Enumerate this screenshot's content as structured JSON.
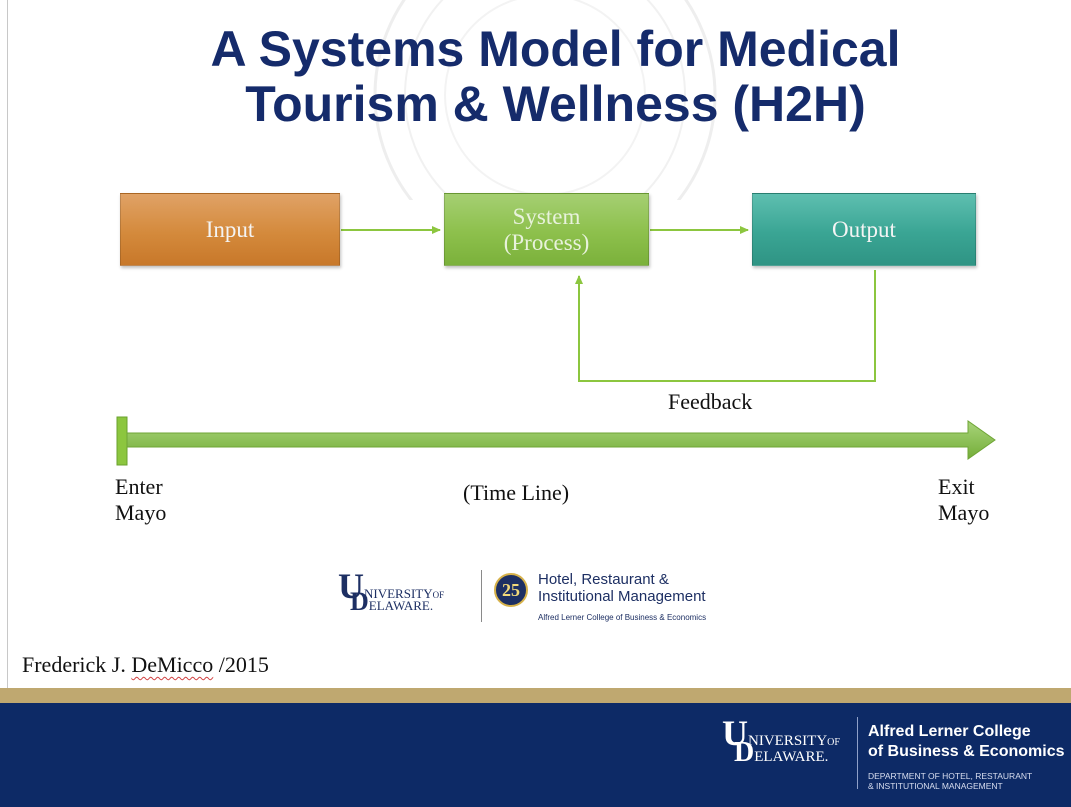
{
  "title": {
    "line1": "A Systems Model for Medical",
    "line2": "Tourism  & Wellness (H2H)"
  },
  "diagram": {
    "input_label": "Input",
    "system_label": "System\n(Process)",
    "output_label": "Output",
    "feedback_label": "Feedback",
    "timeline_label": "(Time Line)",
    "start_label": {
      "line1": "Enter",
      "line2": "Mayo"
    },
    "end_label": {
      "line1": "Exit",
      "line2": "Mayo"
    }
  },
  "logos": {
    "university": {
      "initial1": "U",
      "text1": "NIVERSITY",
      "of": "OF",
      "initial2": "D",
      "text2": "ELAWARE."
    },
    "anniversary": "25",
    "hrim_line1": "Hotel, Restaurant &",
    "hrim_line2": "Institutional Management",
    "hrim_sub": "Alfred Lerner College of Business & Economics"
  },
  "author": {
    "first": "Frederick J. ",
    "last": "DeMicco",
    "year": " /2015"
  },
  "footer": {
    "college_line1": "Alfred Lerner College",
    "college_line2": "of Business & Economics",
    "dept_line1": "DEPARTMENT OF HOTEL, RESTAURANT",
    "dept_line2": "& INSTITUTIONAL MANAGEMENT"
  },
  "colors": {
    "title": "#152b6b",
    "input_box": "#d48a3c",
    "system_box": "#8dc04c",
    "output_box": "#3aa594",
    "connector": "#8cc63f",
    "footer_band": "#0d2a66",
    "gold_band": "#bfa870"
  }
}
